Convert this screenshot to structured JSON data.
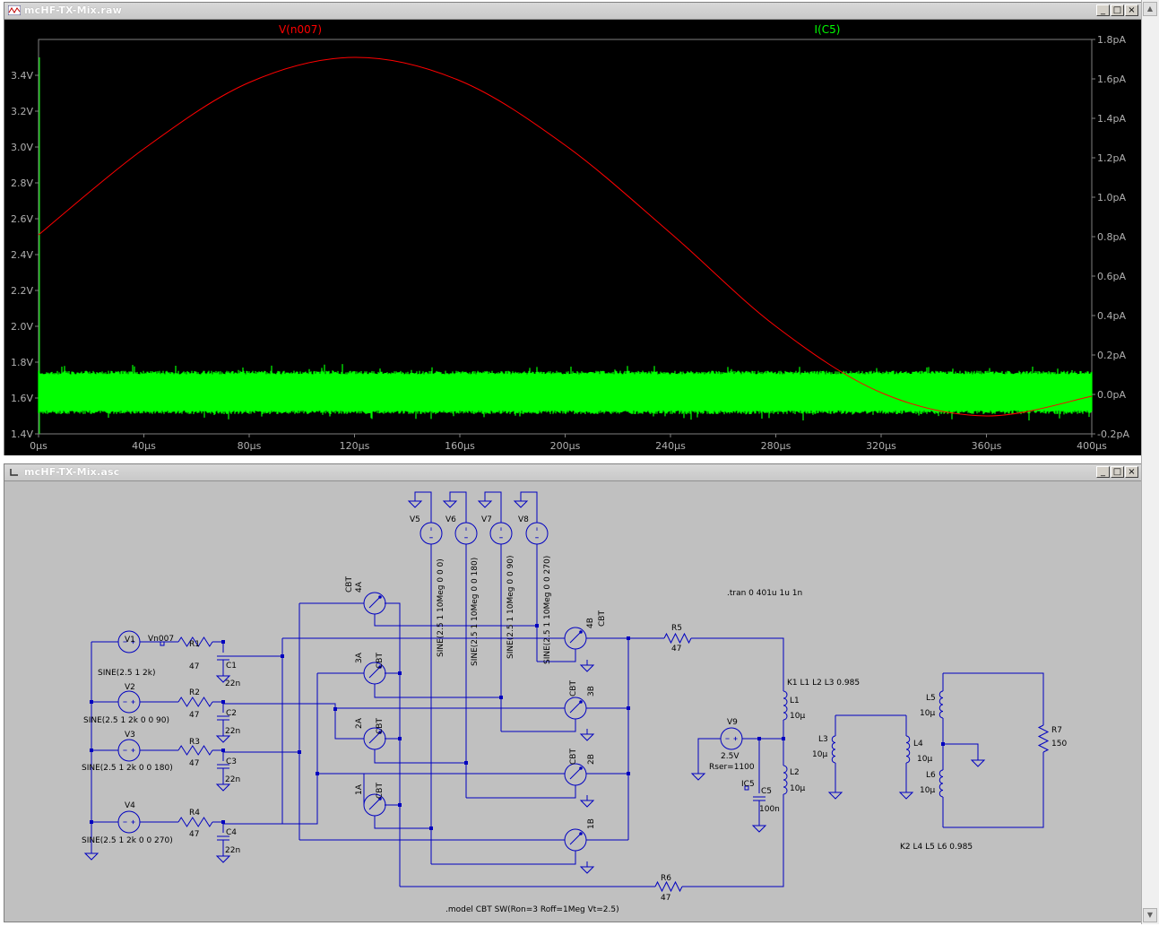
{
  "waveform_window": {
    "title": "mcHF-TX-Mix.raw",
    "trace_v_label": "V(n007)",
    "trace_i_label": "I(C5)",
    "left_ticks": [
      "3.4V",
      "3.2V",
      "3.0V",
      "2.8V",
      "2.6V",
      "2.4V",
      "2.2V",
      "2.0V",
      "1.8V",
      "1.6V",
      "1.4V"
    ],
    "right_ticks": [
      "1.8pA",
      "1.6pA",
      "1.4pA",
      "1.2pA",
      "1.0pA",
      "0.8pA",
      "0.6pA",
      "0.4pA",
      "0.2pA",
      "0.0pA",
      "-0.2pA"
    ],
    "x_ticks": [
      "0µs",
      "40µs",
      "80µs",
      "120µs",
      "160µs",
      "200µs",
      "240µs",
      "280µs",
      "320µs",
      "360µs",
      "400µs"
    ],
    "colors": {
      "bg": "#000000",
      "v_trace": "#ff0000",
      "i_trace": "#00ff00",
      "axis": "#808080"
    }
  },
  "chart_data": {
    "type": "line",
    "x": [
      0,
      40,
      80,
      120,
      160,
      200,
      240,
      280,
      320,
      360,
      400
    ],
    "xlabel": "",
    "series": [
      {
        "name": "V(n007)",
        "axis": "left",
        "unit": "V",
        "values": [
          2.51,
          2.99,
          3.36,
          3.5,
          3.37,
          3.01,
          2.52,
          2.0,
          1.63,
          1.5,
          1.61
        ]
      },
      {
        "name": "I(C5)",
        "axis": "right",
        "unit": "pA",
        "values": [
          0.0,
          0.0,
          0.0,
          0.0,
          0.0,
          0.0,
          0.0,
          0.0,
          0.0,
          0.0,
          0.0
        ],
        "noise_band": [
          -0.1,
          0.12
        ]
      }
    ],
    "ylim_left": [
      1.4,
      3.6
    ],
    "ylim_right": [
      -0.2,
      1.8
    ],
    "xlim": [
      0,
      400
    ],
    "grid": false
  },
  "schematic_window": {
    "title": "mcHF-TX-Mix.asc",
    "sources": [
      {
        "name": "V1",
        "value": "SINE(2.5 1 2k)"
      },
      {
        "name": "V2",
        "value": "SINE(2.5 1 2k 0 0 90)"
      },
      {
        "name": "V3",
        "value": "SINE(2.5 1 2k 0 0 180)"
      },
      {
        "name": "V4",
        "value": "SINE(2.5 1 2k 0 0 270)"
      },
      {
        "name": "V5",
        "value": "SINE(2.5 1 10Meg 0 0 0)"
      },
      {
        "name": "V6",
        "value": "SINE(2.5 1 10Meg 0 0 180)"
      },
      {
        "name": "V7",
        "value": "SINE(2.5 1 10Meg 0 0 90)"
      },
      {
        "name": "V8",
        "value": "SINE(2.5 1 10Meg 0 0 270)"
      },
      {
        "name": "V9",
        "value": "2.5V",
        "extra": "Rser=1100"
      }
    ],
    "net_label_n007": "Vn007",
    "net_label_ic5": "IC5",
    "resistors": [
      {
        "name": "R1",
        "value": "47"
      },
      {
        "name": "R2",
        "value": "47"
      },
      {
        "name": "R3",
        "value": "47"
      },
      {
        "name": "R4",
        "value": "47"
      },
      {
        "name": "R5",
        "value": "47"
      },
      {
        "name": "R6",
        "value": "47"
      },
      {
        "name": "R7",
        "value": "150"
      }
    ],
    "capacitors": [
      {
        "name": "C1",
        "value": "22n"
      },
      {
        "name": "C2",
        "value": "22n"
      },
      {
        "name": "C3",
        "value": "22n"
      },
      {
        "name": "C4",
        "value": "22n"
      },
      {
        "name": "C5",
        "value": "100n"
      }
    ],
    "inductors": [
      {
        "name": "L1",
        "value": "10µ"
      },
      {
        "name": "L2",
        "value": "10µ"
      },
      {
        "name": "L3",
        "value": "10µ"
      },
      {
        "name": "L4",
        "value": "10µ"
      },
      {
        "name": "L5",
        "value": "10µ"
      },
      {
        "name": "L6",
        "value": "10µ"
      }
    ],
    "switches": [
      "4A",
      "3A",
      "2A",
      "1A",
      "4B",
      "3B",
      "2B",
      "1B"
    ],
    "switch_model": "CBT",
    "directive_tran": ".tran 0 401u 1u 1n",
    "directive_k1": "K1 L1 L2 L3 0.985",
    "directive_k2": "K2 L4 L5 L6 0.985",
    "directive_model": ".model CBT SW(Ron=3 Roff=1Meg Vt=2.5)",
    "colors": {
      "bg": "#c0c0c0",
      "wire": "#0000c0"
    }
  }
}
